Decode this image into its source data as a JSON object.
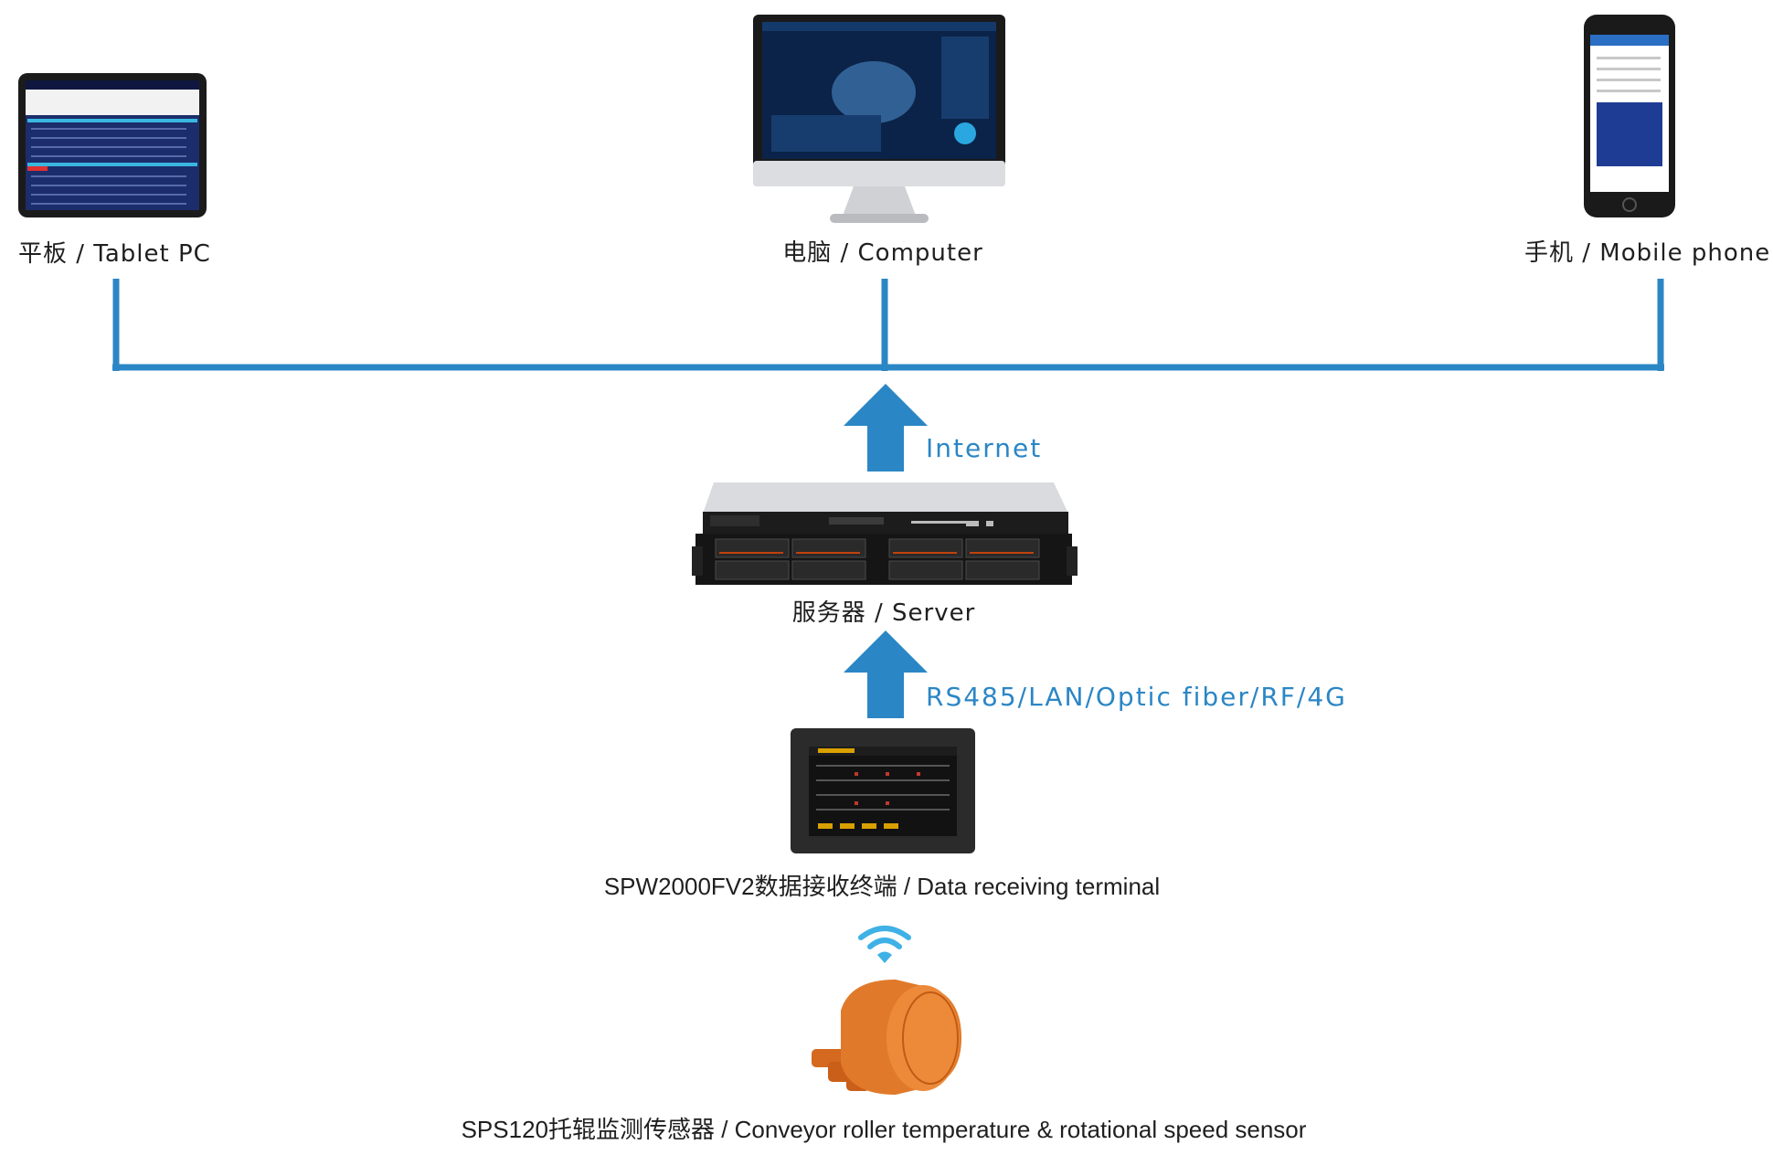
{
  "devices": {
    "tablet": {
      "label": "平板 / Tablet PC"
    },
    "computer": {
      "label": "电脑 / Computer"
    },
    "phone": {
      "label": "手机 / Mobile phone"
    },
    "server": {
      "label": "服务器 / Server"
    },
    "terminal": {
      "label": "SPW2000FV2数据接收终端 / Data receiving terminal"
    },
    "sensor": {
      "label": "SPS120托辊监测传感器 / Conveyor roller temperature & rotational speed sensor"
    }
  },
  "connections": {
    "internet": "Internet",
    "field_link": "RS485/LAN/Optic fiber/RF/4G"
  },
  "colors": {
    "accent": "#2b86c5",
    "screen_dark": "#162a66",
    "sensor_orange": "#e07a2a",
    "server_metal": "#d6d8db"
  },
  "icons": {
    "arrow": "up-arrow-icon",
    "wireless": "wifi-icon"
  }
}
